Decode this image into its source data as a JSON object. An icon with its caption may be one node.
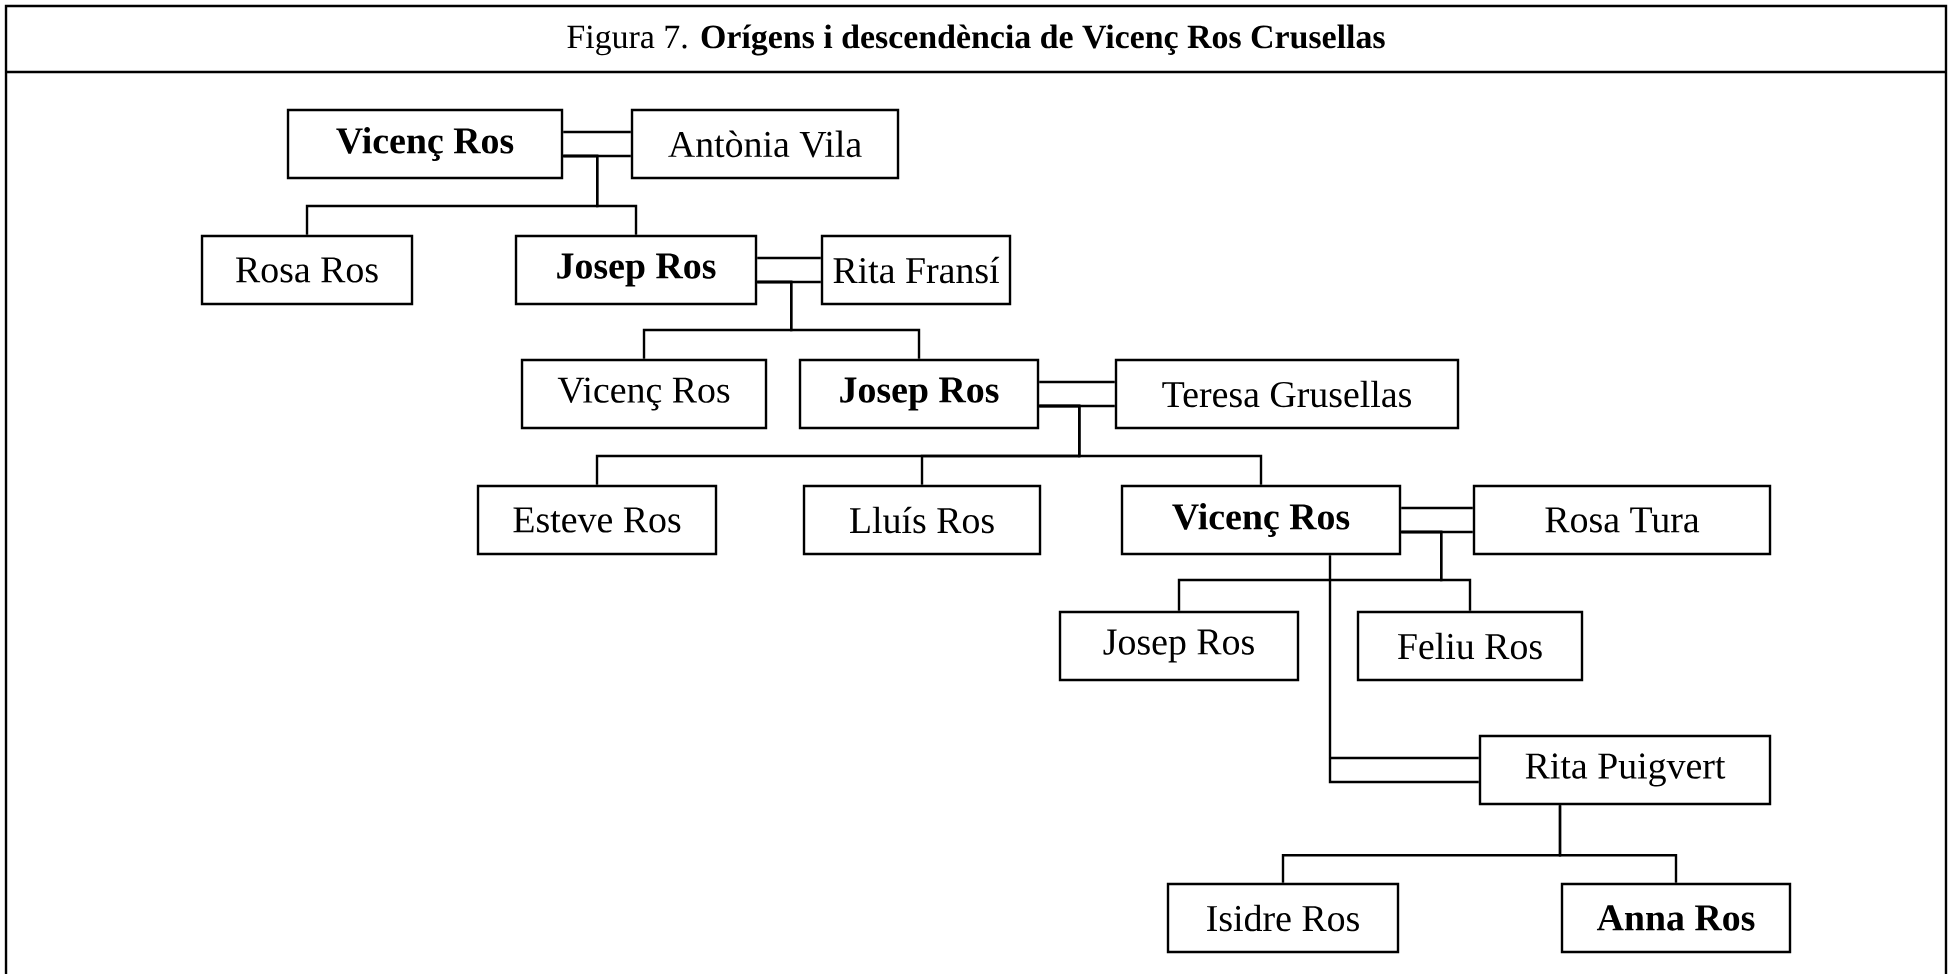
{
  "diagram": {
    "title": "Figura 7. **Orígens i descendència de Vicenç Ros Crusellas**",
    "nodes": [
      {
        "text": [
          "Vicenç Ros"
        ]
      },
      {
        "text": [
          "Antònia Vila"
        ]
      },
      {
        "text": [
          "Rosa Ros"
        ]
      },
      {
        "text": [
          "Josep Ros"
        ]
      },
      {
        "text": [
          "Rita Fransí"
        ]
      },
      {
        "text": [
          "Vicenç Ros"
        ]
      },
      {
        "text": [
          "Josep Ros"
        ]
      },
      {
        "text": [
          "Teresa Grusellas"
        ]
      },
      {
        "text": [
          "Esteve Ros"
        ]
      },
      {
        "text": [
          "Lluís Ros"
        ]
      },
      {
        "text": [
          "Vicenç Ros"
        ]
      },
      {
        "text": [
          "Rosa Tura"
        ]
      },
      {
        "text": [
          "Josep Ros"
        ]
      },
      {
        "text": [
          "Feliu Ros"
        ]
      },
      {
        "text": [
          "Rita Puigvert"
        ]
      },
      {
        "text": [
          "Isidre Ros"
        ]
      },
      {
        "text": [
          "Anna Ros"
        ]
      }
    ],
    "edges": [
      {
        "from": 0,
        "to": 1,
        "arrow": "none"
      },
      {
        "from": 0,
        "to": 2,
        "arrow": "none"
      },
      {
        "from": 0,
        "to": 3,
        "arrow": "none"
      },
      {
        "from": 3,
        "to": 4,
        "arrow": "none"
      },
      {
        "from": 3,
        "to": 5,
        "arrow": "none"
      },
      {
        "from": 3,
        "to": 6,
        "arrow": "none"
      },
      {
        "from": 6,
        "to": 7,
        "arrow": "none"
      },
      {
        "from": 6,
        "to": 8,
        "arrow": "none"
      },
      {
        "from": 6,
        "to": 9,
        "arrow": "none"
      },
      {
        "from": 6,
        "to": 10,
        "arrow": "none"
      },
      {
        "from": 10,
        "to": 11,
        "arrow": "none"
      },
      {
        "from": 10,
        "to": 12,
        "arrow": "none"
      },
      {
        "from": 10,
        "to": 13,
        "arrow": "none"
      },
      {
        "from": 10,
        "to": 14,
        "arrow": "none"
      },
      {
        "from": 14,
        "to": 15,
        "arrow": "none"
      },
      {
        "from": 14,
        "to": 16,
        "arrow": "none"
      }
    ]
  }
}
